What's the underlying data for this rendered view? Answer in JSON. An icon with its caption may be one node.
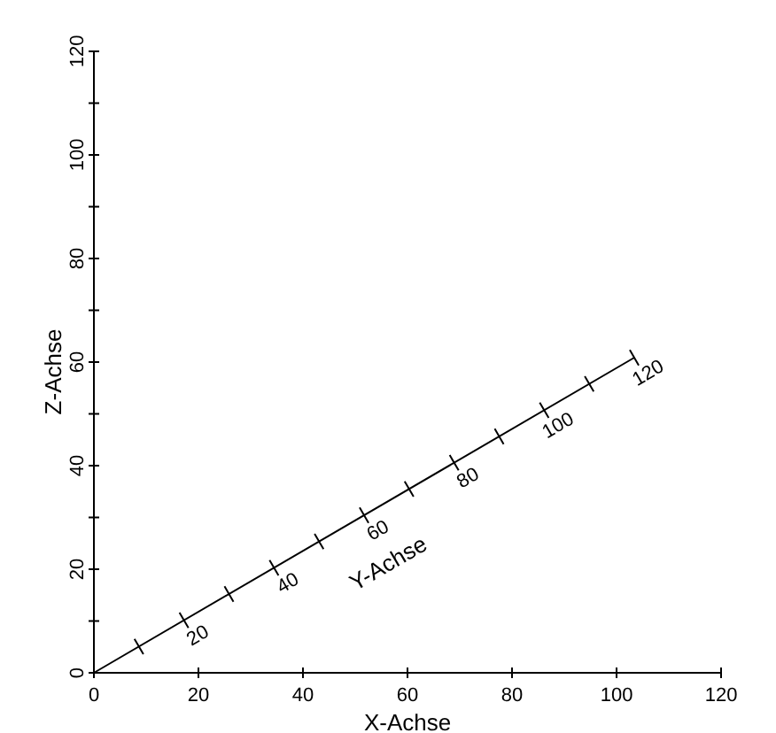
{
  "diagram": {
    "labels": [
      "120",
      "100",
      "80",
      "60",
      "40",
      "20",
      "0",
      "Z-Achse",
      "20",
      "40",
      "60",
      "80",
      "100",
      "120",
      "Y-Achse",
      "0",
      "20",
      "40",
      "60",
      "80",
      "100",
      "120",
      "X-Achse"
    ]
  }
}
